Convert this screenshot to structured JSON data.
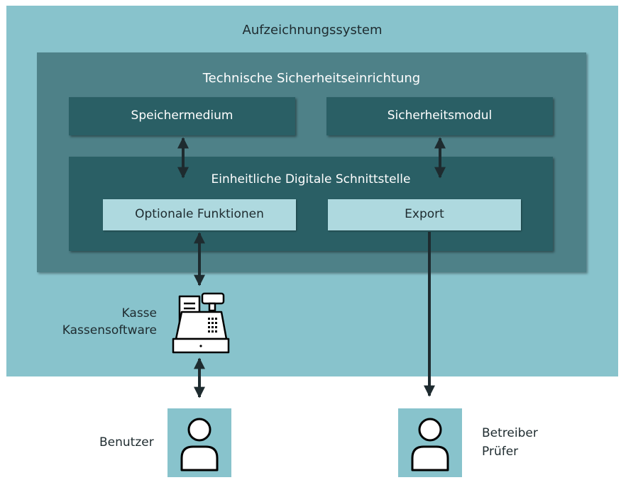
{
  "diagram": {
    "outer_title": "Aufzeichnungssystem",
    "tse_title": "Technische Sicherheitseinrichtung",
    "storage_label": "Speichermedium",
    "security_module_label": "Sicherheitsmodul",
    "interface_title": "Einheitliche Digitale Schnittstelle",
    "optional_label": "Optionale Funktionen",
    "export_label": "Export",
    "register_label_1": "Kasse",
    "register_label_2": "Kassensoftware",
    "user_label": "Benutzer",
    "operator_label_1": "Betreiber",
    "operator_label_2": "Prüfer"
  },
  "colors": {
    "outer": "#88c3cc",
    "tse": "#4e8188",
    "dark_box": "#2a5f65",
    "light_box": "#aed9df",
    "arrow": "#1e2b2f"
  },
  "icons": {
    "register": "cash-register-icon",
    "user": "person-icon",
    "operator": "person-icon"
  }
}
